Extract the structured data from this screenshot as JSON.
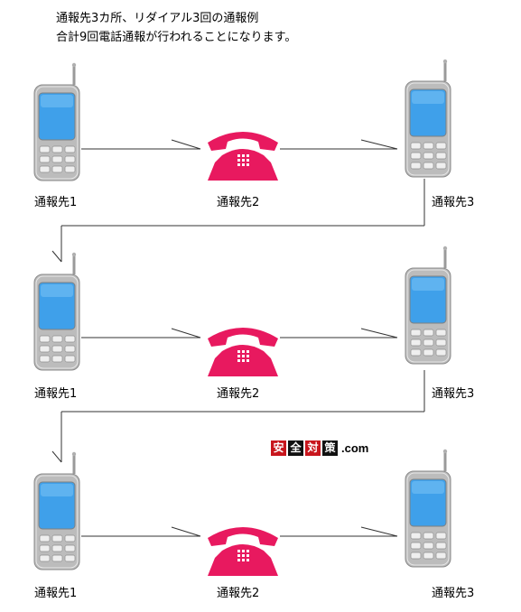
{
  "caption": {
    "line1": "通報先3カ所、リダイアル3回の通報例",
    "line2": "合計9回電話通報が行われることになります。"
  },
  "rows": [
    {
      "labels": [
        "通報先1",
        "通報先2",
        "通報先3"
      ]
    },
    {
      "labels": [
        "通報先1",
        "通報先2",
        "通報先3"
      ]
    },
    {
      "labels": [
        "通報先1",
        "通報先2",
        "通報先3"
      ]
    }
  ],
  "logo": {
    "chars": [
      "安",
      "全",
      "対",
      "策"
    ],
    "domain": ".com"
  },
  "colors": {
    "phone": "#e8195f",
    "mobile_body": "#bcbcbc",
    "screen": "#3fa0ea",
    "line": "#333333"
  },
  "icons": {
    "mobile": "mobile-phone-icon",
    "desk": "desk-telephone-icon"
  }
}
